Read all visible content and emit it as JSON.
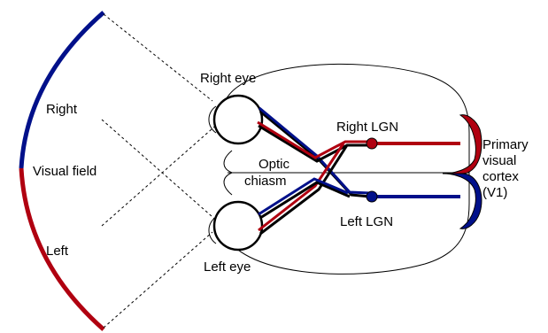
{
  "labels": {
    "right_field": "Right",
    "visual_field": "Visual field",
    "left_field": "Left",
    "right_eye": "Right eye",
    "left_eye": "Left eye",
    "optic": "Optic",
    "chiasm": "chiasm",
    "right_lgn": "Right LGN",
    "left_lgn": "Left LGN",
    "v1_line1": "Primary",
    "v1_line2": "visual",
    "v1_line3": "cortex",
    "v1_line4": "(V1)"
  },
  "colors": {
    "right_pathway": "#b00010",
    "left_pathway": "#00108a",
    "outline": "#000000"
  }
}
